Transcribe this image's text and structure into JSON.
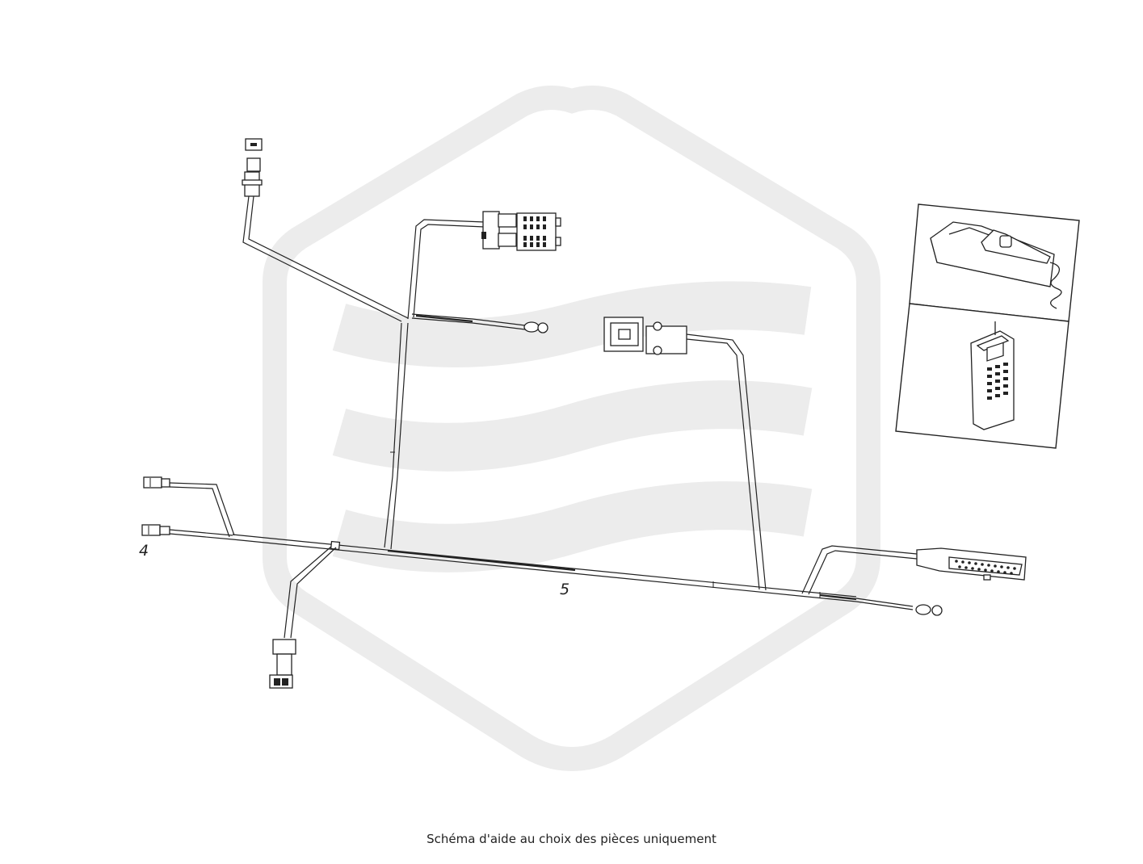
{
  "callouts": {
    "item_4": "4",
    "item_5": "5"
  },
  "caption": "Schéma d'aide au choix des pièces uniquement",
  "watermark": {
    "description_icon": "hexagon-wave-logo",
    "color": "#ececec"
  },
  "colors": {
    "line": "#222222",
    "background": "#ffffff"
  },
  "inset_icons": [
    "desk-telephone-icon",
    "mobile-phone-icon"
  ]
}
